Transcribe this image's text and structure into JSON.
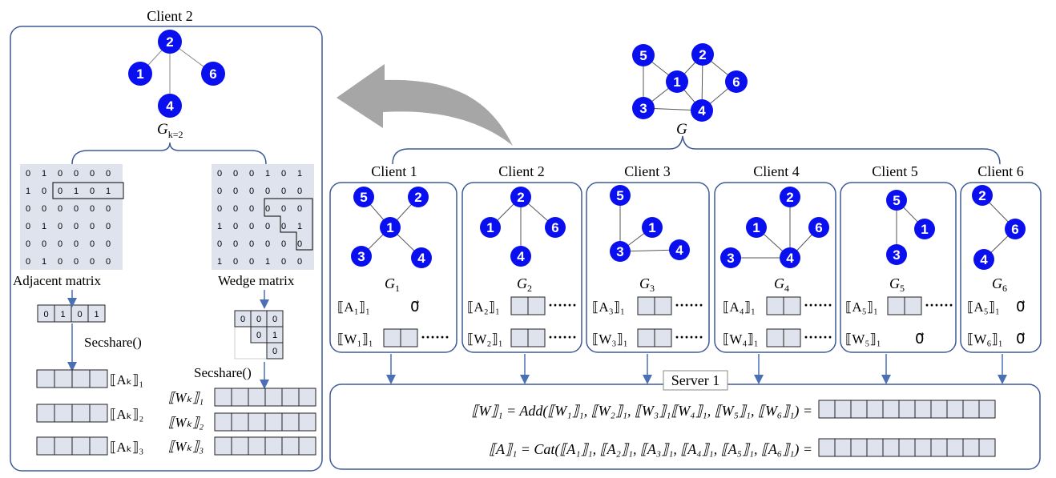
{
  "left_panel": {
    "title": "Client 2",
    "graph_label": "G",
    "graph_label_sub": "k=2",
    "adjacent_caption": "Adjacent matrix",
    "wedge_caption": "Wedge matrix",
    "secshare_left": "Secshare()",
    "secshare_right": "Secshare()",
    "adjacent_matrix": [
      [
        "0",
        "1",
        "0",
        "0",
        "0",
        "0"
      ],
      [
        "1",
        "0",
        "0",
        "1",
        "0",
        "1"
      ],
      [
        "0",
        "0",
        "0",
        "0",
        "0",
        "0"
      ],
      [
        "0",
        "1",
        "0",
        "0",
        "0",
        "0"
      ],
      [
        "0",
        "0",
        "0",
        "0",
        "0",
        "0"
      ],
      [
        "0",
        "1",
        "0",
        "0",
        "0",
        "0"
      ]
    ],
    "wedge_matrix": [
      [
        "0",
        "0",
        "0",
        "1",
        "0",
        "1"
      ],
      [
        "0",
        "0",
        "0",
        "0",
        "0",
        "0"
      ],
      [
        "0",
        "0",
        "0",
        "0",
        "0",
        "0"
      ],
      [
        "1",
        "0",
        "0",
        "0",
        "0",
        "1"
      ],
      [
        "0",
        "0",
        "0",
        "0",
        "0",
        "0"
      ],
      [
        "1",
        "0",
        "0",
        "1",
        "0",
        "0"
      ]
    ],
    "adj_vector": [
      "0",
      "1",
      "0",
      "1"
    ],
    "wedge_tri": [
      [
        "0",
        "0",
        "0"
      ],
      [
        "0",
        "1"
      ],
      [
        "0"
      ]
    ],
    "share_labels_A": [
      "⟦Aₖ⟧₁",
      "⟦Aₖ⟧₂",
      "⟦Aₖ⟧₃"
    ],
    "share_labels_W": [
      "⟦Wₖ⟧₁",
      "⟦Wₖ⟧₂",
      "⟦Wₖ⟧₃"
    ]
  },
  "top_graph": {
    "label": "G",
    "nodes": [
      "5",
      "2",
      "1",
      "6",
      "3",
      "4"
    ]
  },
  "clients": [
    {
      "title": "Client 1",
      "graph": "G",
      "sub": "1",
      "a_label": "⟦A₁⟧₁",
      "w_label": "⟦W₁⟧₁",
      "a_zero": "0⃗"
    },
    {
      "title": "Client 2",
      "graph": "G",
      "sub": "2",
      "a_label": "⟦A₂⟧₁",
      "w_label": "⟦W₂⟧₁"
    },
    {
      "title": "Client 3",
      "graph": "G",
      "sub": "3",
      "a_label": "⟦A₃⟧₁",
      "w_label": "⟦W₃⟧₁"
    },
    {
      "title": "Client 4",
      "graph": "G",
      "sub": "4",
      "a_label": "⟦A₄⟧₁",
      "w_label": "⟦W₄⟧₁"
    },
    {
      "title": "Client 5",
      "graph": "G",
      "sub": "5",
      "a_label": "⟦A₅⟧₁",
      "w_label": "⟦W₅⟧₁",
      "w_zero": "0⃗"
    },
    {
      "title": "Client 6",
      "graph": "G",
      "sub": "6",
      "a_label": "⟦A₅⟧₁",
      "w_label": "⟦W₆⟧₁",
      "a_zero": "0⃗",
      "w_zero": "0⃗"
    }
  ],
  "server": {
    "title": "Server 1",
    "eq_w": "⟦W⟧₁ = Add(⟦W₁⟧₁, ⟦W₂⟧₁, ⟦W₃⟧₁⟦W₄⟧₁, ⟦W₅⟧₁, ⟦W₆⟧₁) =",
    "eq_a": "⟦A⟧₁ = Cat(⟦A₁⟧₁, ⟦A₂⟧₁, ⟦A₃⟧₁, ⟦A₄⟧₁, ⟦A₅⟧₁, ⟦A₆⟧₁) ="
  },
  "colors": {
    "node": "#0a0ff0",
    "frame": "#3d5a96",
    "cell": "#dfe3ee",
    "arrow": "#4a6fb5",
    "big_arrow": "#a6a6a6"
  }
}
